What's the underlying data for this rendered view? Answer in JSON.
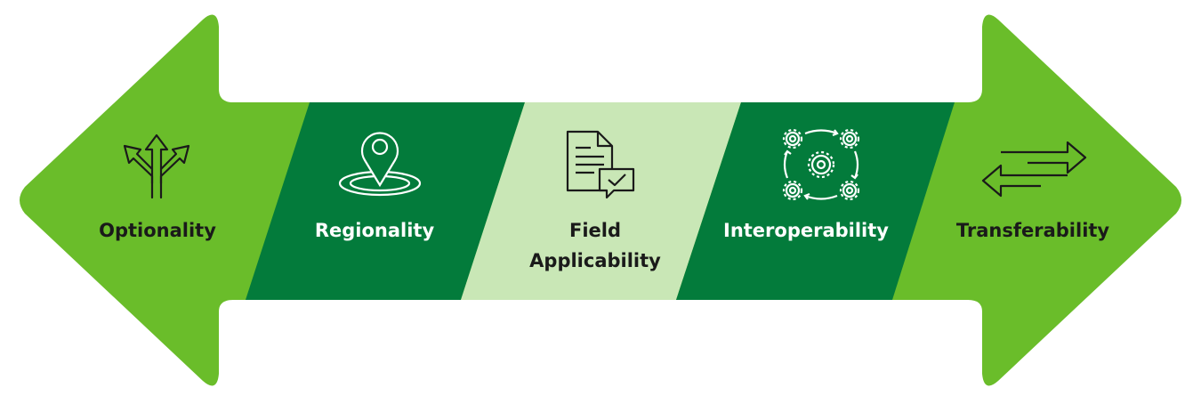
{
  "colors": {
    "arrow": "#6abd2a",
    "dark": "#037b3b",
    "light": "#c9e7b6",
    "stroke": "#1a1a1a",
    "background": "#ffffff"
  },
  "segments": [
    {
      "id": "optionality",
      "label": "Optionality",
      "icon": "diverging-arrows-icon",
      "fill": "arrow",
      "text_color": "#1a1a1a"
    },
    {
      "id": "regionality",
      "label": "Regionality",
      "icon": "location-pin-icon",
      "fill": "dark",
      "text_color": "#ffffff"
    },
    {
      "id": "field-applicability",
      "label_line1": "Field",
      "label_line2": "Applicability",
      "icon": "document-check-icon",
      "fill": "light",
      "text_color": "#1a1a1a"
    },
    {
      "id": "interoperability",
      "label": "Interoperability",
      "icon": "connected-gears-icon",
      "fill": "dark",
      "text_color": "#ffffff"
    },
    {
      "id": "transferability",
      "label": "Transferability",
      "icon": "swap-arrows-icon",
      "fill": "arrow",
      "text_color": "#1a1a1a"
    }
  ]
}
